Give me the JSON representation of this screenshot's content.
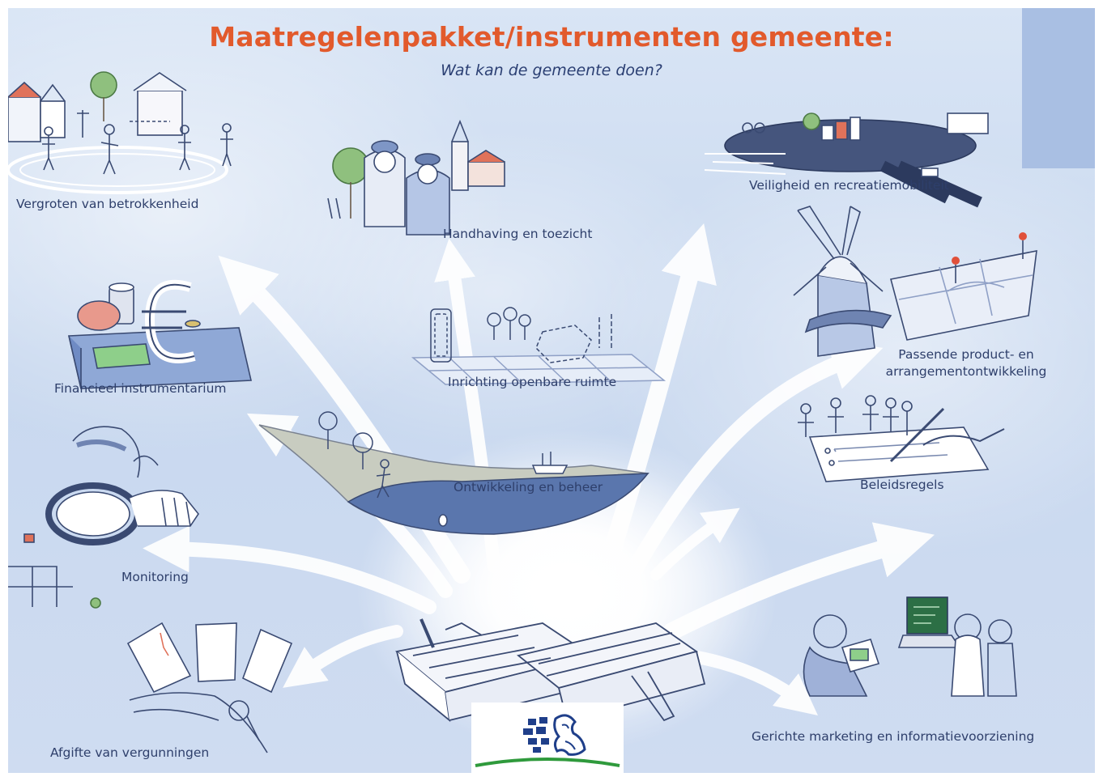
{
  "title": "Maatregelenpakket/instrumenten gemeente:",
  "subtitle": "Wat kan de gemeente doen?",
  "instruments": {
    "betrokkenheid": "Vergroten van betrokkenheid",
    "handhaving": "Handhaving en toezicht",
    "veiligheid": "Veiligheid en recreatiemobiliteit",
    "financieel": "Financieel instrumentarium",
    "inrichting": "Inrichting openbare ruimte",
    "product_line1": "Passende product- en",
    "product_line2": "arrangementontwikkeling",
    "ontwikkeling": "Ontwikkeling en beheer",
    "beleidsregels": "Beleidsregels",
    "monitoring": "Monitoring",
    "vergunningen": "Afgifte van vergunningen",
    "marketing": "Gerichte marketing en informatievoorziening"
  },
  "colors": {
    "title": "#e25a2c",
    "subtitle": "#2b3f73",
    "label": "#2e3f6b",
    "background": "#c8d8ef",
    "corner_block": "#a9bfe3",
    "arrow": "#ffffff",
    "logo_blue": "#1f3f8a",
    "logo_green": "#2f9a3c"
  },
  "icons": {
    "hub": "toolbox-icon",
    "logo": "municipality-lion-logo"
  }
}
